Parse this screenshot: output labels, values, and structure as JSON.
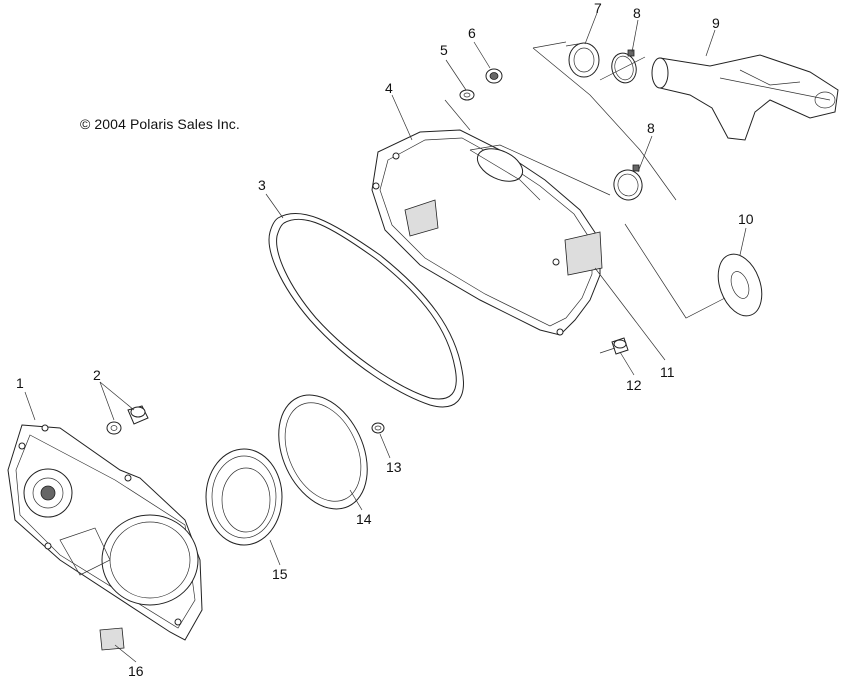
{
  "copyright": "© 2004 Polaris Sales Inc.",
  "callouts": [
    {
      "id": "1",
      "label": "1"
    },
    {
      "id": "2",
      "label": "2"
    },
    {
      "id": "3",
      "label": "3"
    },
    {
      "id": "4",
      "label": "4"
    },
    {
      "id": "5",
      "label": "5"
    },
    {
      "id": "6",
      "label": "6"
    },
    {
      "id": "7",
      "label": "7"
    },
    {
      "id": "8a",
      "label": "8"
    },
    {
      "id": "8b",
      "label": "8"
    },
    {
      "id": "9",
      "label": "9"
    },
    {
      "id": "10",
      "label": "10"
    },
    {
      "id": "11",
      "label": "11"
    },
    {
      "id": "12",
      "label": "12"
    },
    {
      "id": "13",
      "label": "13"
    },
    {
      "id": "14",
      "label": "14"
    },
    {
      "id": "15",
      "label": "15"
    },
    {
      "id": "16",
      "label": "16"
    }
  ]
}
